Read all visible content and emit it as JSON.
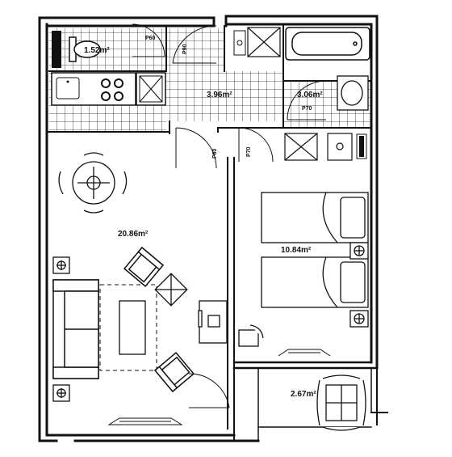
{
  "rooms": {
    "wc": {
      "area": "1.52m²"
    },
    "hall": {
      "area": "3.96m²"
    },
    "bathroom": {
      "area": "3.06m²"
    },
    "living": {
      "area": "20.86m²"
    },
    "bedroom": {
      "area": "10.84m²"
    },
    "balcony": {
      "area": "2.67m²"
    }
  },
  "doors": {
    "wc": "P60",
    "hall": "P90",
    "bathroom": "P70",
    "living": "P80",
    "bedroom": "P70"
  },
  "colors": {
    "wall": "#111111",
    "tile": "#222222",
    "hatch": "#444444"
  }
}
